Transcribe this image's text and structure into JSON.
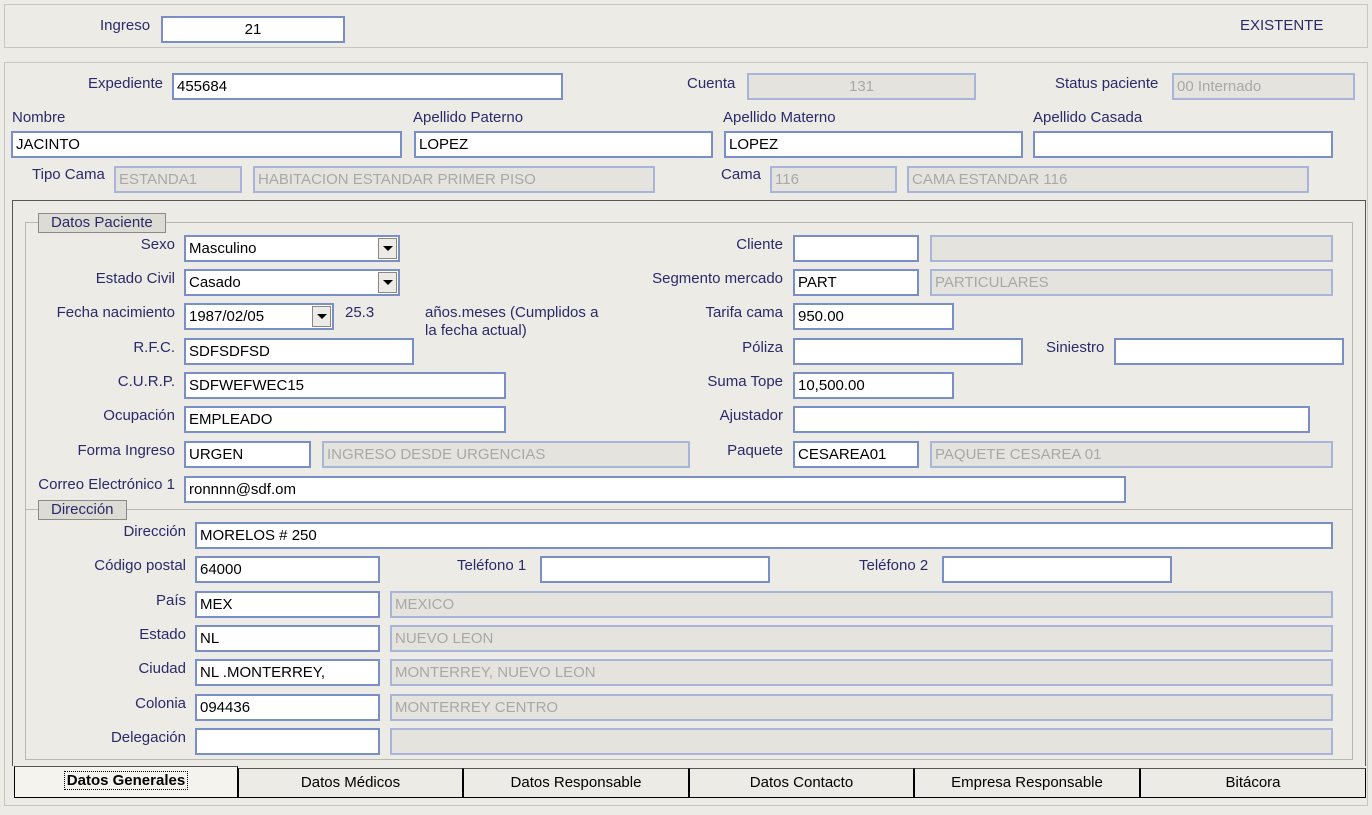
{
  "top": {
    "ingreso_label": "Ingreso",
    "ingreso_value": "21",
    "status": "EXISTENTE"
  },
  "header": {
    "expediente_label": "Expediente",
    "expediente_value": "455684",
    "cuenta_label": "Cuenta",
    "cuenta_value": "131",
    "status_paciente_label": "Status paciente",
    "status_paciente_value": "00 Internado",
    "nombre_label": "Nombre",
    "nombre_value": "JACINTO",
    "apellido_paterno_label": "Apellido Paterno",
    "apellido_paterno_value": "LOPEZ",
    "apellido_materno_label": "Apellido Materno",
    "apellido_materno_value": "LOPEZ",
    "apellido_casada_label": "Apellido Casada",
    "apellido_casada_value": "",
    "tipo_cama_label": "Tipo Cama",
    "tipo_cama_code": "ESTANDA1",
    "tipo_cama_desc": "HABITACION ESTANDAR PRIMER PISO",
    "cama_label": "Cama",
    "cama_code": "116",
    "cama_desc": "CAMA ESTANDAR 116"
  },
  "datos_paciente": {
    "group_label": "Datos Paciente",
    "sexo_label": "Sexo",
    "sexo_value": "Masculino",
    "estado_civil_label": "Estado Civil",
    "estado_civil_value": "Casado",
    "fecha_nac_label": "Fecha nacimiento",
    "fecha_nac_value": "1987/02/05",
    "edad_value": "25.3",
    "edad_note_1": "años.meses (Cumplidos a",
    "edad_note_2": "la fecha actual)",
    "rfc_label": "R.F.C.",
    "rfc_value": "SDFSDFSD",
    "curp_label": "C.U.R.P.",
    "curp_value": "SDFWEFWEC15",
    "ocupacion_label": "Ocupación",
    "ocupacion_value": "EMPLEADO",
    "forma_ingreso_label": "Forma Ingreso",
    "forma_ingreso_code": "URGEN",
    "forma_ingreso_desc": "INGRESO DESDE URGENCIAS",
    "correo_label": "Correo Electrónico 1",
    "correo_value": "ronnnn@sdf.om",
    "cliente_label": "Cliente",
    "cliente_code": "",
    "cliente_desc": "",
    "segmento_label": "Segmento mercado",
    "segmento_code": "PART",
    "segmento_desc": "PARTICULARES",
    "tarifa_label": "Tarifa cama",
    "tarifa_value": "950.00",
    "poliza_label": "Póliza",
    "poliza_value": "",
    "siniestro_label": "Siniestro",
    "siniestro_value": "",
    "suma_tope_label": "Suma Tope",
    "suma_tope_value": "10,500.00",
    "ajustador_label": "Ajustador",
    "ajustador_value": "",
    "paquete_label": "Paquete",
    "paquete_code": "CESAREA01",
    "paquete_desc": "PAQUETE CESAREA 01"
  },
  "direccion": {
    "group_label": "Dirección",
    "direccion_label": "Dirección",
    "direccion_value": "MORELOS # 250",
    "cp_label": "Código postal",
    "cp_value": "64000",
    "tel1_label": "Teléfono 1",
    "tel1_value": "",
    "tel2_label": "Teléfono 2",
    "tel2_value": "",
    "pais_label": "País",
    "pais_code": "MEX",
    "pais_desc": "MEXICO",
    "estado_label": "Estado",
    "estado_code": "NL",
    "estado_desc": "NUEVO LEON",
    "ciudad_label": "Ciudad",
    "ciudad_code": "NL .MONTERREY,",
    "ciudad_desc": "MONTERREY, NUEVO LEON",
    "colonia_label": "Colonia",
    "colonia_code": "094436",
    "colonia_desc": "MONTERREY CENTRO",
    "delegacion_label": "Delegación",
    "delegacion_code": "",
    "delegacion_desc": ""
  },
  "tabs": [
    "Datos Generales",
    "Datos Médicos",
    "Datos Responsable",
    "Datos Contacto",
    "Empresa Responsable",
    "Bitácora"
  ],
  "active_tab": "Datos Generales",
  "colors": {
    "field_border": "#7a8fc8",
    "label": "#2a2a6a",
    "background": "#ecebe5"
  }
}
